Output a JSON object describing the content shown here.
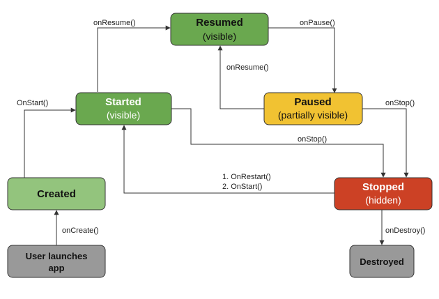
{
  "colors": {
    "resumed": "#6aa84f",
    "started": "#6aa84f",
    "created": "#93c47d",
    "paused": "#f1c232",
    "stopped": "#cc4125",
    "user_launches": "#999999",
    "destroyed": "#999999"
  },
  "nodes": {
    "resumed": {
      "title": "Resumed",
      "subtitle": "(visible)"
    },
    "started": {
      "title": "Started",
      "subtitle": "(visible)"
    },
    "created": {
      "title": "Created"
    },
    "paused": {
      "title": "Paused",
      "subtitle": "(partially visible)"
    },
    "stopped": {
      "title": "Stopped",
      "subtitle": "(hidden)"
    },
    "user_launches": {
      "line1": "User launches",
      "line2": "app"
    },
    "destroyed": {
      "title": "Destroyed"
    }
  },
  "edges": {
    "on_create": "onCreate()",
    "on_start": "OnStart()",
    "on_resume_top": "onResume()",
    "on_pause": "onPause()",
    "on_resume_back": "onResume()",
    "on_stop_paused": "onStop()",
    "on_stop_started": "onStop()",
    "on_restart": "1. OnRestart()",
    "on_start_restart": "2. OnStart()",
    "on_destroy": "onDestroy()"
  }
}
